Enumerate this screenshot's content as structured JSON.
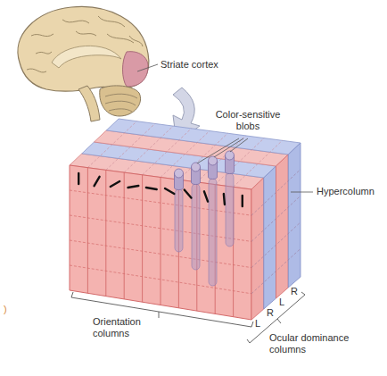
{
  "diagram": {
    "labels": [
      "Striate cortex",
      "Color-sensitive blobs",
      "Hypercolumn",
      "Orientation columns",
      "Ocular dominance columns",
      "L",
      "R",
      "L",
      "R",
      ")"
    ]
  }
}
